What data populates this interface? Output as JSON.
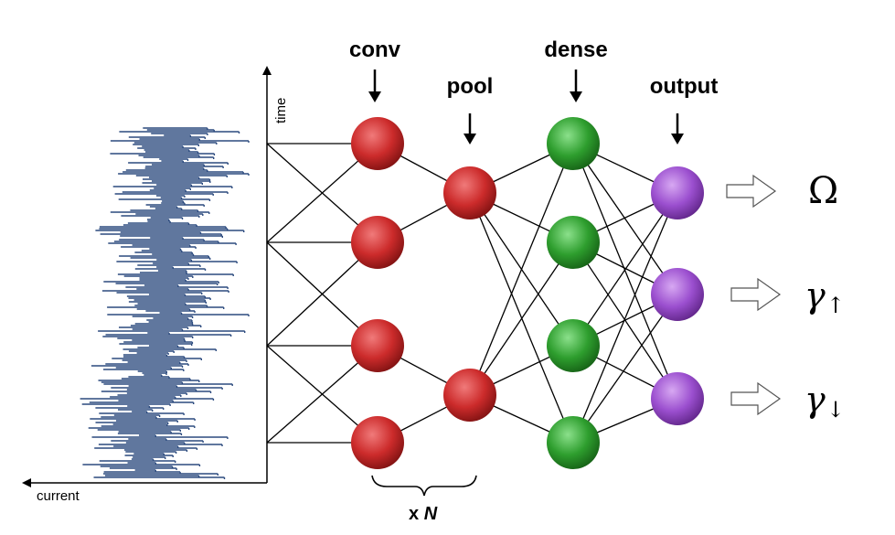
{
  "labels": {
    "conv": "conv",
    "pool": "pool",
    "dense": "dense",
    "output": "output"
  },
  "axes": {
    "time": "time",
    "current": "current"
  },
  "repeat": {
    "prefix": "x ",
    "n": "N"
  },
  "outputs": {
    "omega": "Ω",
    "gamma": "γ",
    "up": "↑",
    "down": "↓"
  },
  "colors": {
    "conv_node": "#cc2b2b",
    "pool_node": "#cc2b2b",
    "dense_node": "#2e9e2e",
    "output_node": "#9b4fcf",
    "trace": "#2b4a7e"
  },
  "icons": [
    "down-arrow-icon",
    "hollow-right-arrow-icon",
    "curly-brace-icon"
  ]
}
